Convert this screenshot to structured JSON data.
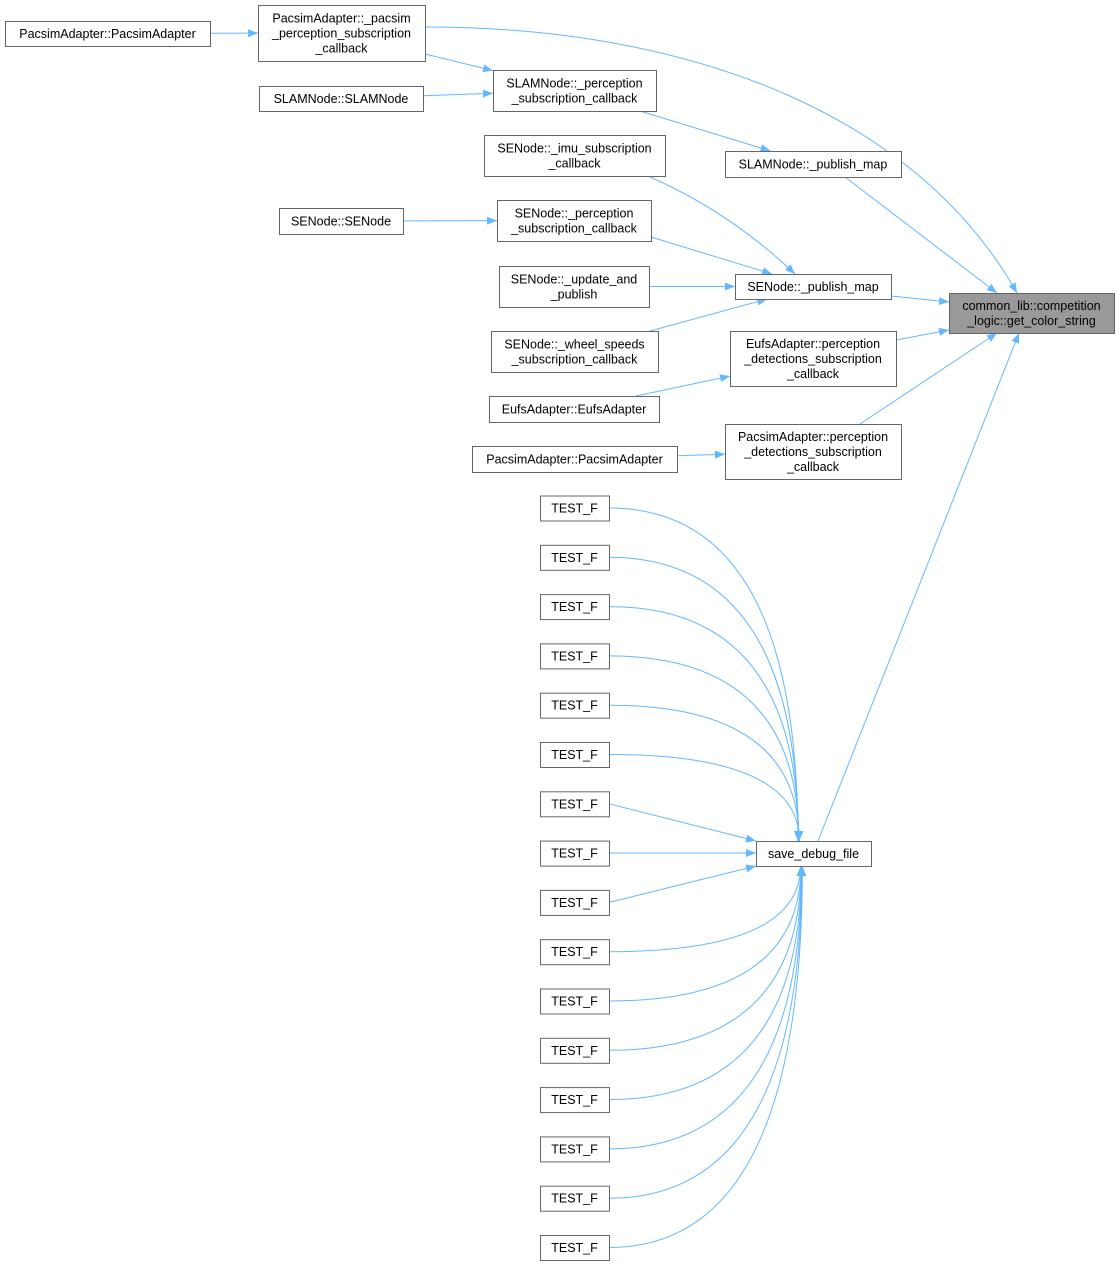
{
  "title": "Caller graph of common_lib::competition_logic::get_color_string",
  "colors": {
    "edge": "#63b8ff",
    "node_border": "#666666",
    "focus_fill": "#999999"
  },
  "nodes": [
    {
      "id": "n0",
      "lines": [
        "common_lib::competition",
        "_logic::get_color_string"
      ],
      "focus": true
    },
    {
      "id": "n1",
      "lines": [
        "PacsimAdapter::_pacsim",
        "_perception_subscription",
        "_callback"
      ]
    },
    {
      "id": "n2",
      "lines": [
        "PacsimAdapter::PacsimAdapter"
      ]
    },
    {
      "id": "n3",
      "lines": [
        "SLAMNode::_perception",
        "_subscription_callback"
      ]
    },
    {
      "id": "n4",
      "lines": [
        "SLAMNode::SLAMNode"
      ]
    },
    {
      "id": "n5",
      "lines": [
        "SLAMNode::_publish_map"
      ]
    },
    {
      "id": "n6",
      "lines": [
        "SENode::_imu_subscription",
        "_callback"
      ]
    },
    {
      "id": "n7",
      "lines": [
        "SENode::SENode"
      ]
    },
    {
      "id": "n8",
      "lines": [
        "SENode::_perception",
        "_subscription_callback"
      ]
    },
    {
      "id": "n9",
      "lines": [
        "SENode::_update_and",
        "_publish"
      ]
    },
    {
      "id": "n10",
      "lines": [
        "SENode::_publish_map"
      ]
    },
    {
      "id": "n11",
      "lines": [
        "SENode::_wheel_speeds",
        "_subscription_callback"
      ]
    },
    {
      "id": "n12",
      "lines": [
        "EufsAdapter::perception",
        "_detections_subscription",
        "_callback"
      ]
    },
    {
      "id": "n13",
      "lines": [
        "EufsAdapter::EufsAdapter"
      ]
    },
    {
      "id": "n14",
      "lines": [
        "PacsimAdapter::perception",
        "_detections_subscription",
        "_callback"
      ]
    },
    {
      "id": "n15",
      "lines": [
        "PacsimAdapter::PacsimAdapter"
      ]
    },
    {
      "id": "n16",
      "lines": [
        "save_debug_file"
      ]
    },
    {
      "id": "t1",
      "lines": [
        "TEST_F"
      ]
    },
    {
      "id": "t2",
      "lines": [
        "TEST_F"
      ]
    },
    {
      "id": "t3",
      "lines": [
        "TEST_F"
      ]
    },
    {
      "id": "t4",
      "lines": [
        "TEST_F"
      ]
    },
    {
      "id": "t5",
      "lines": [
        "TEST_F"
      ]
    },
    {
      "id": "t6",
      "lines": [
        "TEST_F"
      ]
    },
    {
      "id": "t7",
      "lines": [
        "TEST_F"
      ]
    },
    {
      "id": "t8",
      "lines": [
        "TEST_F"
      ]
    },
    {
      "id": "t9",
      "lines": [
        "TEST_F"
      ]
    },
    {
      "id": "t10",
      "lines": [
        "TEST_F"
      ]
    },
    {
      "id": "t11",
      "lines": [
        "TEST_F"
      ]
    },
    {
      "id": "t12",
      "lines": [
        "TEST_F"
      ]
    },
    {
      "id": "t13",
      "lines": [
        "TEST_F"
      ]
    },
    {
      "id": "t14",
      "lines": [
        "TEST_F"
      ]
    },
    {
      "id": "t15",
      "lines": [
        "TEST_F"
      ]
    },
    {
      "id": "t16",
      "lines": [
        "TEST_F"
      ]
    }
  ],
  "edges": [
    [
      "n2",
      "n1"
    ],
    [
      "n1",
      "n0"
    ],
    [
      "n1",
      "n3"
    ],
    [
      "n4",
      "n3"
    ],
    [
      "n3",
      "n5"
    ],
    [
      "n5",
      "n0"
    ],
    [
      "n6",
      "n10"
    ],
    [
      "n7",
      "n8"
    ],
    [
      "n8",
      "n10"
    ],
    [
      "n9",
      "n10"
    ],
    [
      "n11",
      "n10"
    ],
    [
      "n10",
      "n0"
    ],
    [
      "n12",
      "n0"
    ],
    [
      "n13",
      "n12"
    ],
    [
      "n15",
      "n14"
    ],
    [
      "n14",
      "n0"
    ],
    [
      "n16",
      "n0"
    ],
    [
      "t1",
      "n16"
    ],
    [
      "t2",
      "n16"
    ],
    [
      "t3",
      "n16"
    ],
    [
      "t4",
      "n16"
    ],
    [
      "t5",
      "n16"
    ],
    [
      "t6",
      "n16"
    ],
    [
      "t7",
      "n16"
    ],
    [
      "t8",
      "n16"
    ],
    [
      "t9",
      "n16"
    ],
    [
      "t10",
      "n16"
    ],
    [
      "t11",
      "n16"
    ],
    [
      "t12",
      "n16"
    ],
    [
      "t13",
      "n16"
    ],
    [
      "t14",
      "n16"
    ],
    [
      "t15",
      "n16"
    ],
    [
      "t16",
      "n16"
    ]
  ]
}
